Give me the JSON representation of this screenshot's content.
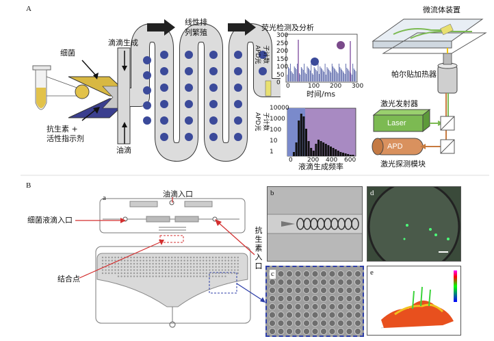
{
  "panel_a": {
    "letter": "A",
    "bacteria": "细菌",
    "droplet_generation": "滴滴生成",
    "linear_arrangement_l1": "线性排",
    "linear_arrangement_l2": "列繁殖",
    "fluorescence_detection": "荧光检测及分析",
    "antibiotic_l1": "抗生素 +",
    "antibiotic_l2": "活性指示剂",
    "oil_droplet": "油滴",
    "chart1": {
      "ylabel_l1": "APD光",
      "ylabel_l2": "子计数",
      "yticks": [
        "300",
        "250",
        "200",
        "150",
        "100",
        "50",
        "0"
      ],
      "xticks": [
        "0",
        "100",
        "200",
        "300"
      ],
      "xlabel": "时间/ms"
    },
    "chart2": {
      "ylabel_l1": "APD光",
      "ylabel_l2": "子计数",
      "yticks": [
        "10000",
        "1000",
        "100",
        "10",
        "1"
      ],
      "xticks": [
        "0",
        "200",
        "400",
        "600"
      ],
      "xlabel": "液滴生成频率"
    },
    "microfluidic_device": "微流体装置",
    "peltier_heater": "帕尔贴加热器",
    "laser_emitter": "激光发射器",
    "laser": "Laser",
    "apd": "APD",
    "laser_detection_module": "激光探测模块"
  },
  "panel_b": {
    "letter": "B",
    "sub_a": "a",
    "oil_inlet": "油滴入口",
    "bacteria_inlet": "细菌液滴入口",
    "antibiotic_inlet": "抗生素入口",
    "junction": "结合点",
    "photo_b": "b",
    "photo_c": "c",
    "photo_d": "d",
    "photo_e": "e"
  },
  "colors": {
    "bacteria_channel": "#d8b842",
    "antibiotic_channel": "#3b3f8f",
    "droplet": "#3b4a9a",
    "channel_fill": "#d9d9d9",
    "laser_box": "#7cba52",
    "apd_box": "#d9915e",
    "arrow_red": "#d32f2f",
    "arrow_blue": "#2d3ea8",
    "chart_purple": "#8a5fa8"
  }
}
